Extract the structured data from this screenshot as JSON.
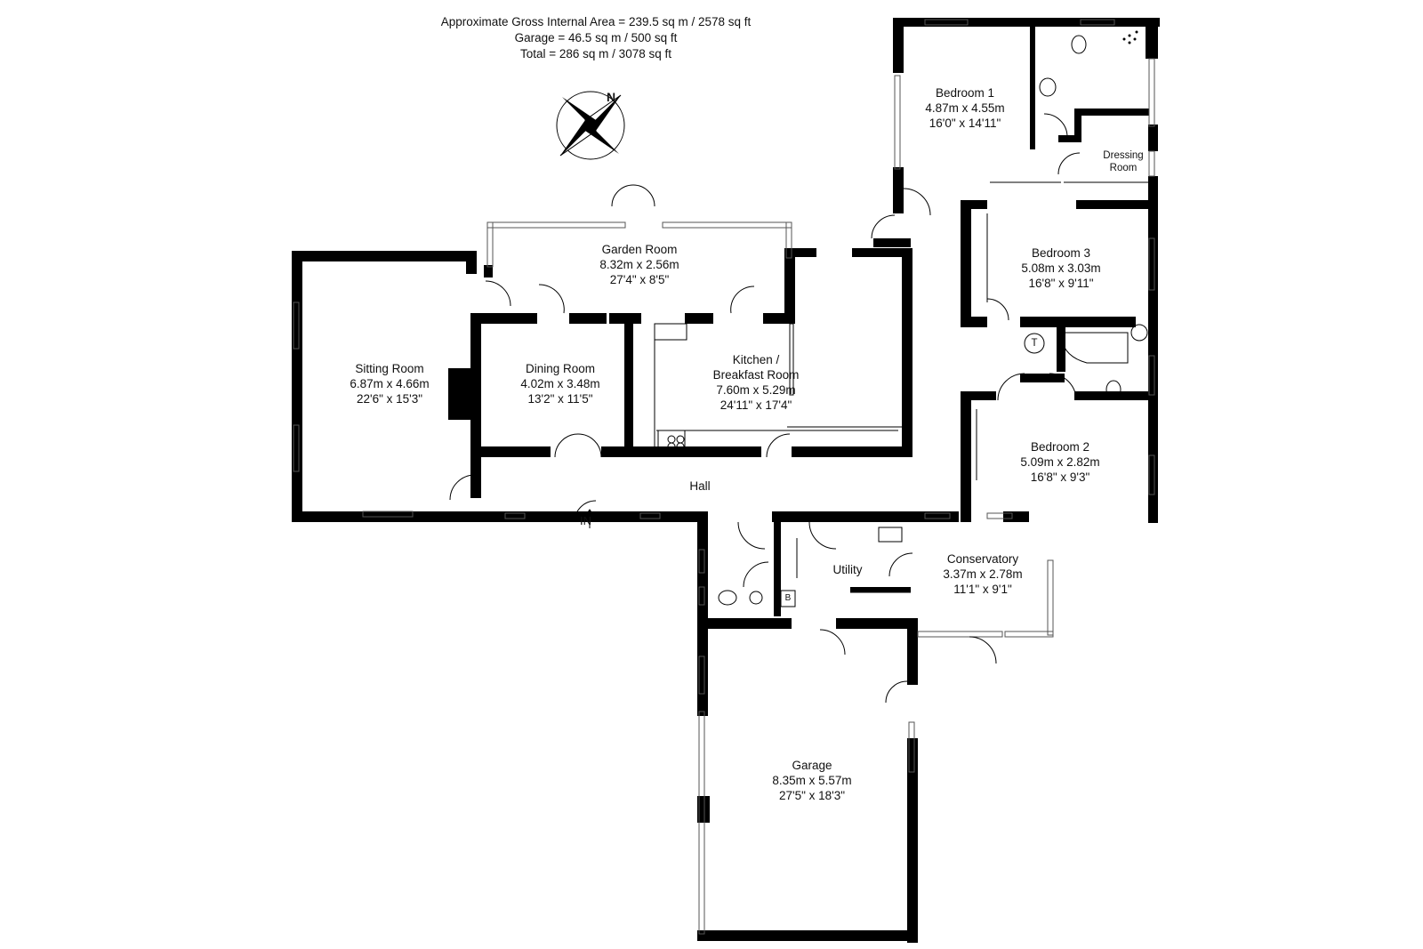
{
  "areas": {
    "gross": "Approximate Gross Internal Area = 239.5 sq m / 2578 sq ft",
    "garage": "Garage = 46.5 sq m / 500 sq ft",
    "total": "Total  = 286 sq m / 3078 sq ft"
  },
  "compass": {
    "north_label": "N"
  },
  "entrance_label": "IN",
  "rooms": {
    "bedroom1": {
      "name": "Bedroom 1",
      "metric": "4.87m x 4.55m",
      "imperial": "16'0\" x 14'11\""
    },
    "dressing": {
      "name1": "Dressing",
      "name2": "Room"
    },
    "garden_room": {
      "name": "Garden Room",
      "metric": "8.32m x 2.56m",
      "imperial": "27'4\" x 8'5\""
    },
    "bedroom3": {
      "name": "Bedroom 3",
      "metric": "5.08m x 3.03m",
      "imperial": "16'8\" x 9'11\""
    },
    "sitting_room": {
      "name": "Sitting Room",
      "metric": "6.87m x 4.66m",
      "imperial": "22'6\" x 15'3\""
    },
    "dining_room": {
      "name": "Dining Room",
      "metric": "4.02m x 3.48m",
      "imperial": "13'2\" x 11'5\""
    },
    "kitchen": {
      "name1": "Kitchen /",
      "name2": "Breakfast Room",
      "metric": "7.60m x 5.29m",
      "imperial": "24'11\" x 17'4\""
    },
    "bedroom2": {
      "name": "Bedroom 2",
      "metric": "5.09m x 2.82m",
      "imperial": "16'8\" x 9'3\""
    },
    "hall": {
      "name": "Hall"
    },
    "utility": {
      "name": "Utility"
    },
    "conservatory": {
      "name": "Conservatory",
      "metric": "3.37m x 2.78m",
      "imperial": "11'1\" x 9'1\""
    },
    "garage": {
      "name": "Garage",
      "metric": "8.35m x 5.57m",
      "imperial": "27'5\" x 18'3\""
    }
  },
  "fixtures": {
    "tank_letter": "T",
    "boiler_letter": "B"
  }
}
